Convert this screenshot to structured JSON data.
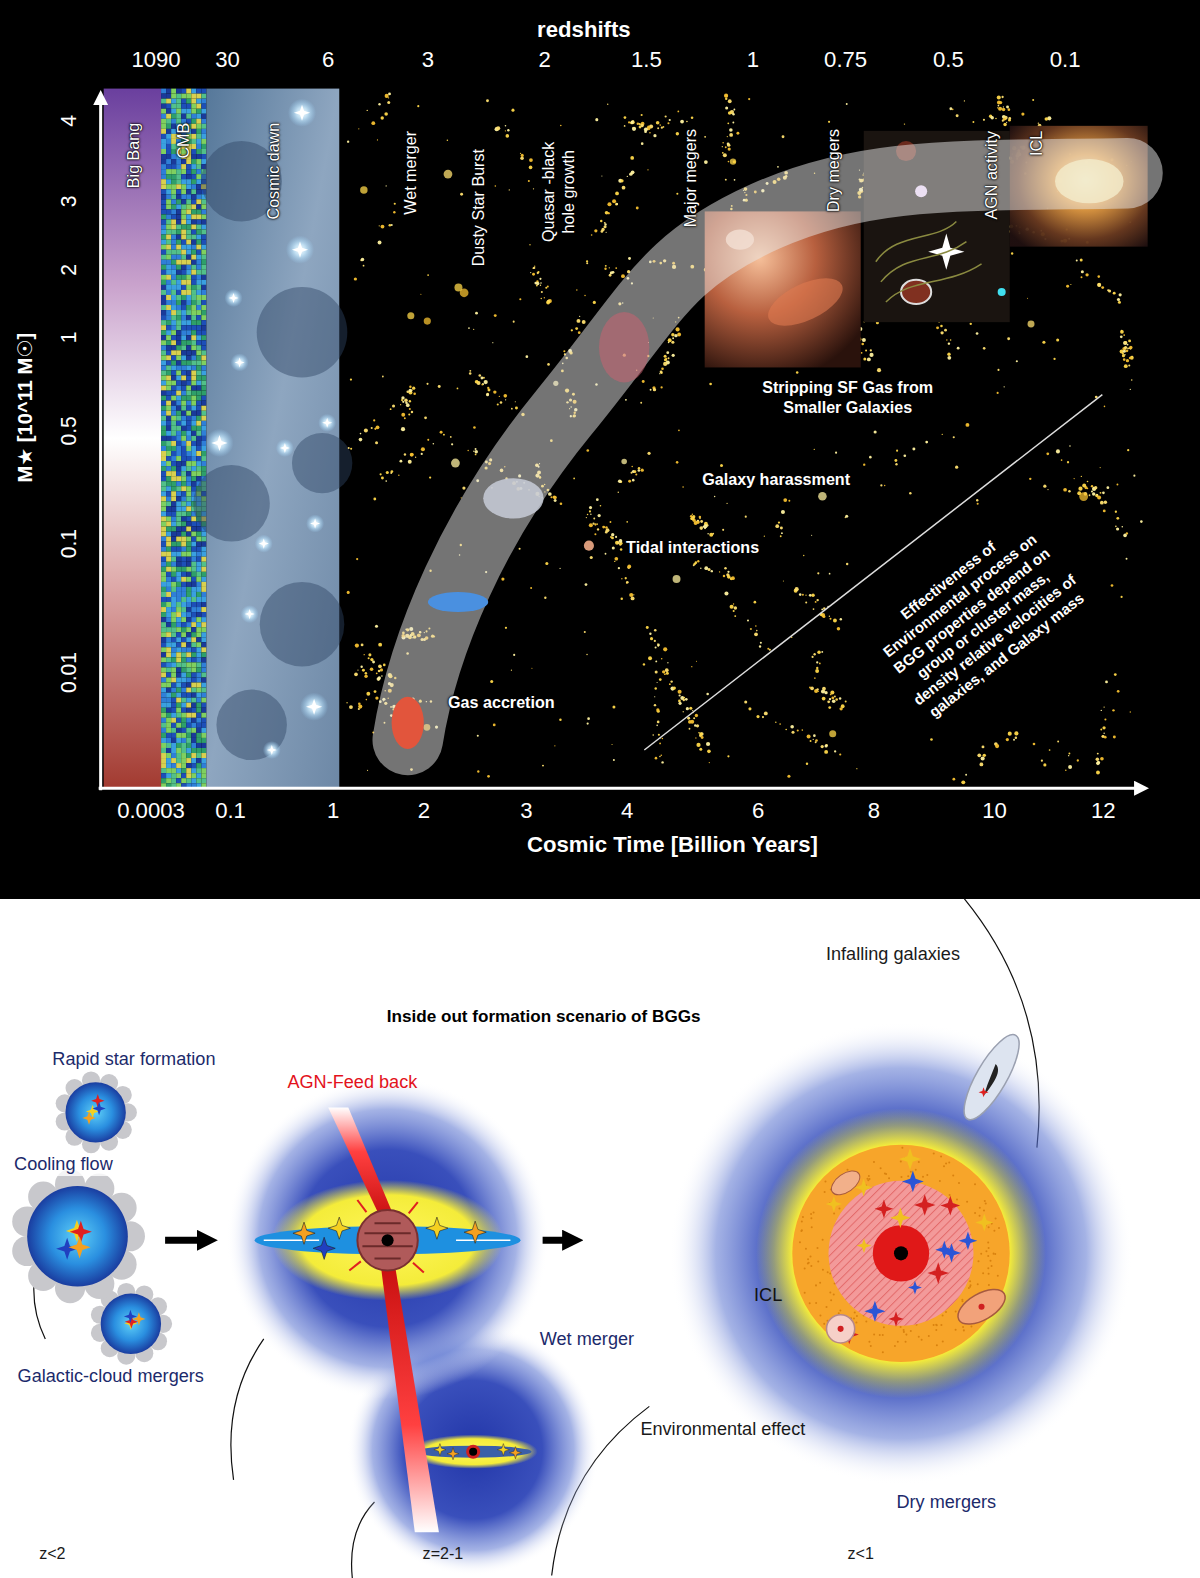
{
  "diagram": {
    "title": "Inside out formation scenario of BGGs",
    "nodes": [
      {
        "text": [
          "Cooling flow"
        ]
      },
      {
        "text": [
          "AGN-Feed back"
        ]
      },
      {
        "text": [
          "ICL"
        ]
      }
    ],
    "edges": [
      {
        "from": 0,
        "to": 1,
        "arrow": "to"
      },
      {
        "from": 1,
        "to": 2,
        "arrow": "to"
      }
    ],
    "labels": [
      "redshifts",
      "1090",
      "30",
      "6",
      "3",
      "2",
      "1.5",
      "1",
      "0.75",
      "0.5",
      "0.1",
      "M★ [10^11 M☉]",
      "4",
      "3",
      "2",
      "1",
      "0.5",
      "0.1",
      "0.01",
      "0.0003",
      "0.1",
      "1",
      "2",
      "3",
      "4",
      "6",
      "8",
      "10",
      "12",
      "Cosmic Time [Billion Years]",
      "Big Bang",
      "CMB",
      "Cosmic dawn",
      "Wet merger",
      "Dusty Star Burst",
      "Quasar -black hole growth",
      "Major megers",
      "Dry megers",
      "AGN activity",
      "ICL",
      "Stripping SF Gas from Smaller Galaxies",
      "Galaxy harassment",
      "Tidal interactions",
      "Gas accretion",
      "Effectiveness of Environmental process on BGG properties depend on group or cluster mass, density relative velocities of galaxies, and Galaxy mass",
      "Rapid star formation",
      "Galactic-cloud mergers",
      "Wet merger",
      "Environmental effect",
      "Infalling galaxies",
      "Dry mergers",
      "z<2",
      "z=2-1",
      "z<1"
    ]
  }
}
